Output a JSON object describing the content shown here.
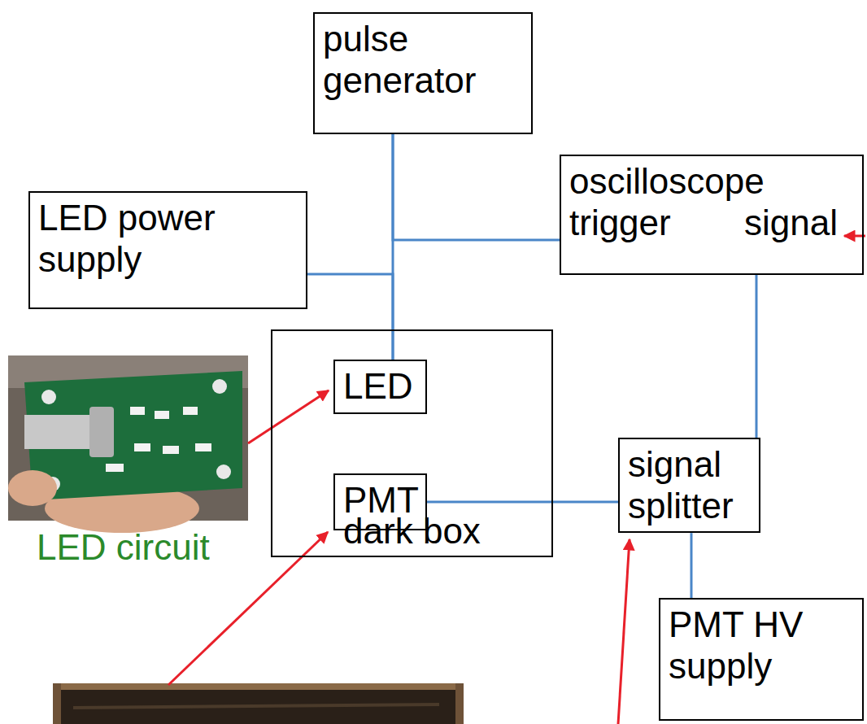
{
  "diagram": {
    "nodes": [
      {
        "text": [
          "pulse generator"
        ]
      },
      {
        "text": [
          "oscilloscope",
          "trigger",
          "signal"
        ]
      },
      {
        "text": [
          "LED power supply"
        ]
      },
      {
        "text": [
          "dark box"
        ]
      },
      {
        "text": [
          "LED"
        ],
        "in": 3
      },
      {
        "text": [
          "PMT"
        ],
        "in": 3
      },
      {
        "text": [
          "signal splitter"
        ]
      },
      {
        "text": [
          "PMT HV supply"
        ]
      }
    ],
    "edges": [
      {
        "from": 0,
        "to": 4,
        "arrow": "none"
      },
      {
        "from": 2,
        "to": 4,
        "arrow": "none"
      },
      {
        "from": 0,
        "to": 1,
        "arrow": "none"
      },
      {
        "from": 1,
        "to": 6,
        "arrow": "none"
      },
      {
        "from": 5,
        "to": 6,
        "arrow": "none"
      },
      {
        "from": 6,
        "to": 7,
        "arrow": "none"
      }
    ],
    "labels": [
      "LED circuit"
    ]
  }
}
